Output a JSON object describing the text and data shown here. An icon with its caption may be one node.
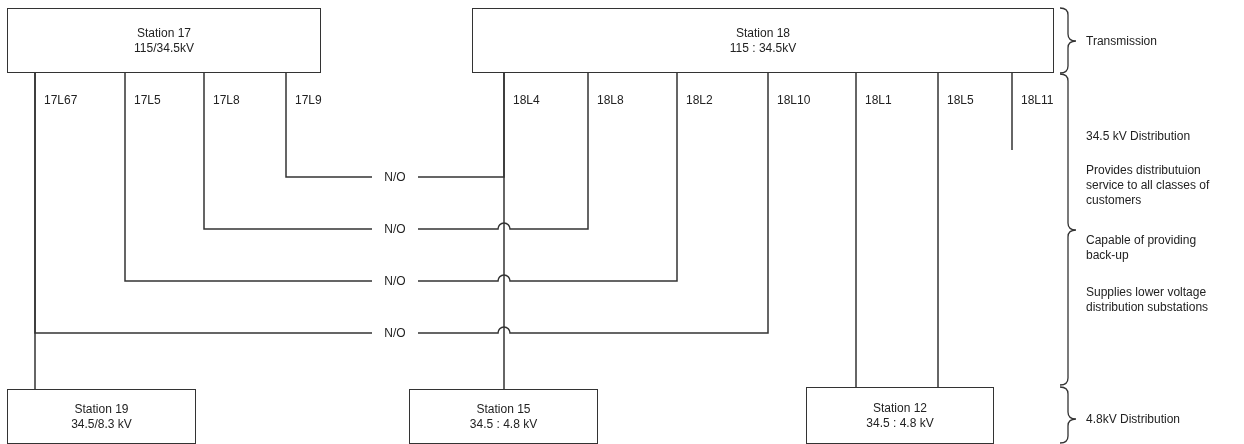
{
  "diagram": {
    "nodes": [
      {
        "text": [
          "Station 17",
          "115/34.5kV"
        ]
      },
      {
        "text": [
          "Station 18",
          "115 : 34.5kV"
        ]
      },
      {
        "text": [
          "N/O"
        ]
      },
      {
        "text": [
          "N/O"
        ]
      },
      {
        "text": [
          "N/O"
        ]
      },
      {
        "text": [
          "N/O"
        ]
      },
      {
        "text": [
          "Station 19",
          "34.5/8.3 kV"
        ]
      },
      {
        "text": [
          "Station 15",
          "34.5 : 4.8 kV"
        ]
      },
      {
        "text": [
          "Station 12",
          "34.5 : 4.8 kV"
        ]
      }
    ],
    "edges": [
      {
        "from": 0,
        "to": 6,
        "arrow": "none",
        "label": "17L67"
      },
      {
        "from": 0,
        "to": 5,
        "arrow": "none"
      },
      {
        "from": 0,
        "to": 4,
        "arrow": "none",
        "label": "17L5"
      },
      {
        "from": 0,
        "to": 3,
        "arrow": "none",
        "label": "17L8"
      },
      {
        "from": 0,
        "to": 2,
        "arrow": "none",
        "label": "17L9"
      },
      {
        "from": 1,
        "to": 7,
        "arrow": "none",
        "label": "18L4"
      },
      {
        "from": 2,
        "to": 1,
        "arrow": "none"
      },
      {
        "from": 3,
        "to": 1,
        "arrow": "none",
        "label": "18L8"
      },
      {
        "from": 4,
        "to": 1,
        "arrow": "none",
        "label": "18L2"
      },
      {
        "from": 5,
        "to": 1,
        "arrow": "none",
        "label": "18L10"
      },
      {
        "from": 1,
        "to": 8,
        "arrow": "none",
        "label": "18L1"
      },
      {
        "from": 1,
        "to": 8,
        "arrow": "none",
        "label": "18L5"
      },
      {
        "from": 1,
        "to": null,
        "arrow": "none",
        "label": "18L11"
      }
    ],
    "labels": [
      "Transmission",
      "34.5 kV Distribution",
      "Provides distributuion service to all classes of customers",
      "Capable of providing back-up",
      "Supplies lower voltage distribution substations",
      "4.8kV Distribution"
    ]
  }
}
